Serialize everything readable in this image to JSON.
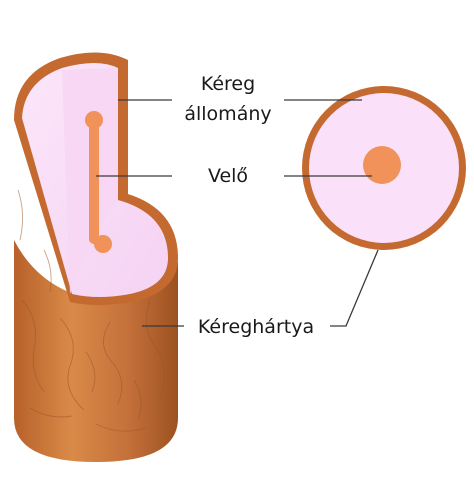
{
  "labels": {
    "cortex_line1": "Kéreg",
    "cortex_line2": "állomány",
    "pith": "Velő",
    "bark": "Kéreghártya"
  },
  "colors": {
    "bark": "#c97436",
    "bark_dark": "#8f4a1c",
    "bark_light": "#e0904a",
    "cortex": "#fae0f8",
    "cortex_edge": "#f2c8ef",
    "pith": "#f0925a",
    "line": "#3a3a3a"
  }
}
